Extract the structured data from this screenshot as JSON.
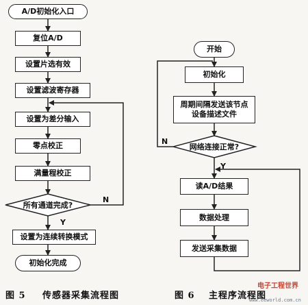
{
  "fig5": {
    "start": "A/D初始化入口",
    "reset": "复位A/D",
    "chip_select": "设置片选有效",
    "filter_reg": "设置滤波寄存器",
    "diff_input": "设置为差分输入",
    "zero_cal": "零点校正",
    "full_cal": "满量程校正",
    "decision": "所有通道完成?",
    "continuous": "设置为连续转换模式",
    "end": "初始化完成",
    "yes_label": "Y",
    "no_label": "N",
    "caption_num": "图 5",
    "caption_text": "传感器采集流程图"
  },
  "fig6": {
    "start": "开始",
    "init": "初始化",
    "send_desc": "周期间隔发送该节点\n设备描述文件",
    "decision": "网络连接正常?",
    "read_ad": "读A/D结果",
    "process": "数据处理",
    "send_data": "发送采集数据",
    "yes_label": "Y",
    "no_label": "N",
    "caption_num": "图 6",
    "caption_text": "主程序流程图"
  },
  "watermark": {
    "site": "电子工程世界",
    "url": "www.eeworld.com.cn"
  }
}
